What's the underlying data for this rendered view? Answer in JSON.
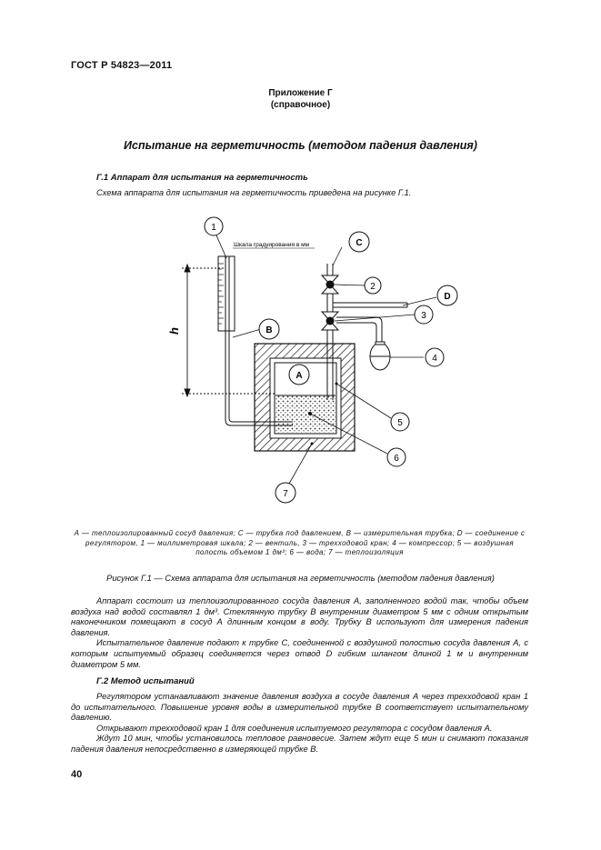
{
  "header": {
    "standard": "ГОСТ Р 54823—2011"
  },
  "annex": {
    "title": "Приложение Г",
    "subtitle": "(справочное)"
  },
  "main_title": "Испытание на герметичность (методом падения давления)",
  "section1": {
    "heading": "Г.1 Аппарат для испытания на герметичность",
    "intro": "Схема аппарата для испытания на герметичность приведена на рисунке Г.1."
  },
  "figure": {
    "scale_label": "Шкала градуирования в мм",
    "h_label": "h",
    "markers": {
      "m1": "1",
      "m2": "2",
      "m3": "3",
      "m4": "4",
      "m5": "5",
      "m6": "6",
      "m7": "7",
      "mA": "A",
      "mB": "B",
      "mC": "C",
      "mD": "D"
    },
    "legend": "А — теплоизолированный сосуд давления; С — трубка под давлением, В — измерительная трубка; D — соединение с регулятором, 1 — миллиметровая шкала; 2 — вентиль, 3 — трехходовой кран; 4 — компрессор; 5 — воздушная полость объемом 1 дм³; 6 — вода; 7 — теплоизоляция",
    "caption": "Рисунок Г.1 — Схема аппарата для испытания на герметичность (методом падения давления)"
  },
  "body": {
    "p1": "Аппарат состоит из теплоизолированного сосуда давления А, заполненного водой так, чтобы объем воздуха над водой составлял 1 дм³. Стеклянную трубку В внутренним диаметром 5 мм с одним открытым наконечником помещают в сосуд А длинным концом в воду. Трубку В используют для измерения падения давления.",
    "p2": "Испытательное давление подают к трубке С, соединенной с воздушной полостью сосуда давления А, с которым испытуемый образец соединяется через отвод D гибким шлангом длиной 1 м и внутренним диаметром 5 мм."
  },
  "section2": {
    "heading": "Г.2 Метод испытаний",
    "p1": "Регулятором устанавливают значение давления воздуха в сосуде давления А через трехходовой кран 1 до испытательного. Повышение уровня воды в измерительной трубке В соответствует испытательному давлению.",
    "p2": "Открывают трехходовой кран 1 для соединения испытуемого регулятора с сосудом давления А.",
    "p3": "Ждут 10 мин, чтобы установилось тепловое равновесие. Затем ждут еще 5 мин и снимают показания падения давления непосредственно в измеряющей трубке В."
  },
  "page_number": "40"
}
